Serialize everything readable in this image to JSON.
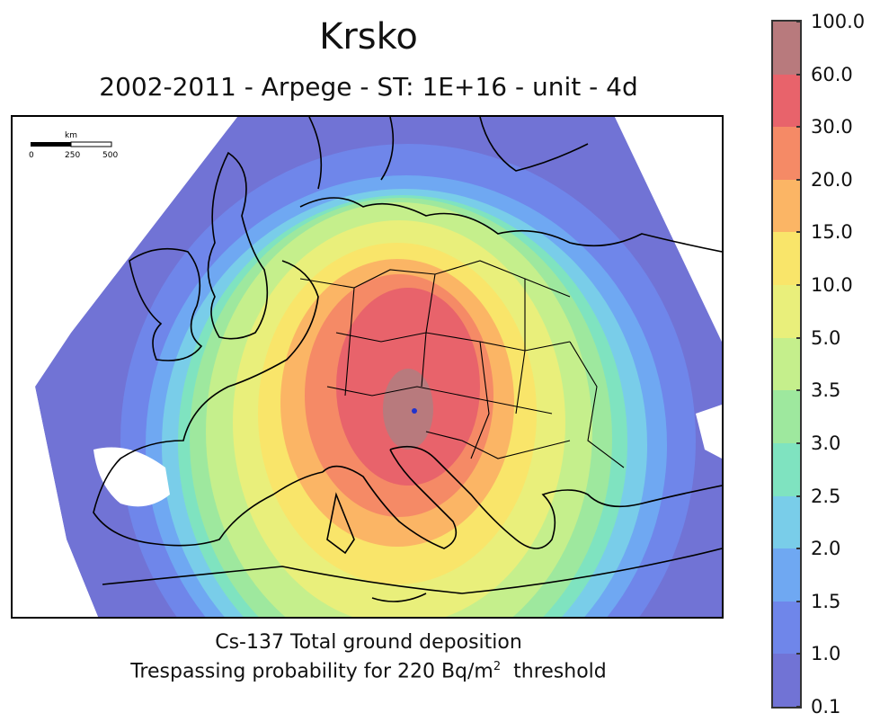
{
  "title": "Krsko",
  "subtitle": "2002-2011 - Arpege - ST: 1E+16 - unit - 4d",
  "caption": {
    "line1": "Cs-137 Total ground deposition",
    "line2_prefix": "Trespassing probability for 220 Bq/m",
    "line2_sup": "2",
    "line2_suffix": "  threshold"
  },
  "scale_bar": {
    "unit": "km",
    "ticks": [
      "0",
      "250",
      "500"
    ]
  },
  "colorbar": {
    "ticks": [
      "100.0",
      "60.0",
      "30.0",
      "20.0",
      "15.0",
      "10.0",
      "5.0",
      "3.5",
      "3.0",
      "2.5",
      "2.0",
      "1.5",
      "1.0",
      "0.1"
    ],
    "colors_top_to_bottom": [
      "#b87a7d",
      "#e8636b",
      "#f58a66",
      "#fbb565",
      "#f9e56a",
      "#e9ef7b",
      "#c5ef8c",
      "#9ee89e",
      "#7fe3c0",
      "#79cde9",
      "#6fa8f2",
      "#6f86ea",
      "#7173d5"
    ]
  },
  "map": {
    "source_marker": "Krsko",
    "land_color": "#ffffff",
    "outline_color": "#000000"
  }
}
